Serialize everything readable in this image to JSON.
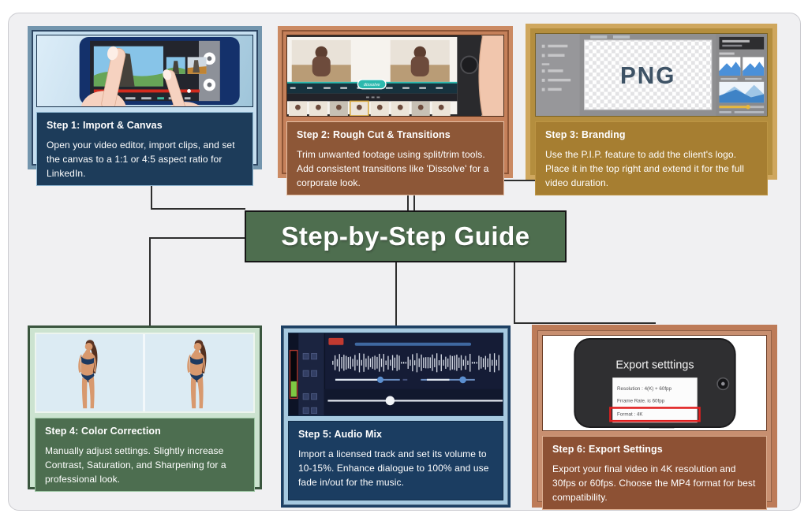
{
  "diagram": {
    "title": "Step-by-Step Guide",
    "title_colors": {
      "background": "#4e6e4f",
      "border": "#161616",
      "text": "#ffffff"
    },
    "connector_color": "#2e2e2e",
    "canvas_background": "#f0f0f2"
  },
  "steps": [
    {
      "heading": "Step 1: Import & Canvas",
      "body": "Open your video editor, import clips, and set the canvas to a 1:1 or 4:5 aspect ratio for LinkedIn.",
      "colors": {
        "frame": "#7395ad",
        "background": "#c6dff0",
        "panel": "#1d3c5a",
        "panel_border": "#8fb7d2",
        "image_border": "#16304a"
      }
    },
    {
      "heading": "Step 2: Rough Cut & Transitions",
      "body": "Trim unwanted footage using split/trim tools. Add consistent transitions like 'Dissolve' for a corporate look.",
      "colors": {
        "frame": "#cb8a63",
        "background": "#c5805a",
        "panel": "#8d5737",
        "panel_border": "#e3bda3",
        "image_border": "#4a2c1a"
      }
    },
    {
      "heading": "Step 3: Branding",
      "body": "Use the P.I.P. feature to add the client's logo. Place it in the top right and extend it for the full video duration.",
      "colors": {
        "frame": "#cfa75e",
        "background": "#b48e3e",
        "panel": "#a67e31",
        "panel_border": "#bd9544",
        "image_border": "#7a6327"
      }
    },
    {
      "heading": "Step 4: Color Correction",
      "body": "Manually adjust settings. Slightly increase Contrast, Saturation, and Sharpening for a professional look.",
      "colors": {
        "frame": "#3a553e",
        "background": "#cce3d0",
        "panel": "#4d6e50",
        "panel_border": "#9cc6a2",
        "image_border": "#edf5ee"
      }
    },
    {
      "heading": "Step 5: Audio Mix",
      "body": "Import a licensed track and set its volume to 10-15%. Enhance dialogue to 100% and use fade in/out for the music.",
      "colors": {
        "frame": "#1c3f63",
        "background": "#a6c9e0",
        "panel": "#1b3d61",
        "panel_border": "#122c49",
        "image_border": "#122c49"
      }
    },
    {
      "heading": "Step 6: Export Settings",
      "body": "Export your final video in 4K resolution and 30fps or 60fps. Choose the MP4 format for best compatibility.",
      "colors": {
        "frame": "#bd7b58",
        "background": "#c88f70",
        "panel": "#8d5134",
        "panel_border": "#dcae90",
        "image_border": "#6b3c24"
      }
    }
  ],
  "illustrations": {
    "step2": {
      "transition_label": "dissolve"
    },
    "step3": {
      "logo_placeholder": "PNG"
    },
    "step6": {
      "screen_title": "Export setttings",
      "resolution_line": "Resolution :  4(K)  +  60fpp",
      "frame_rate_line": "Frrame Rate. ic 60fpp",
      "format_line": "Format :      4K"
    }
  }
}
